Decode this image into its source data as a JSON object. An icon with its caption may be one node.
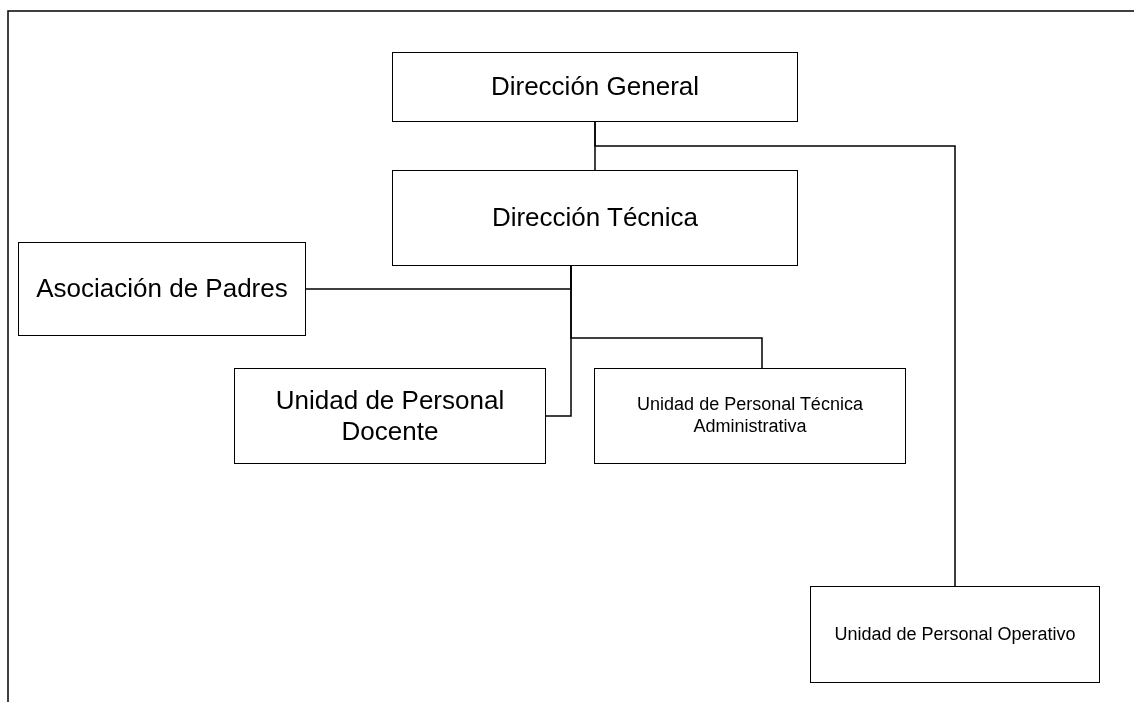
{
  "diagram": {
    "nodes": [
      {
        "text": [
          "Dirección General"
        ]
      },
      {
        "text": [
          "Dirección Técnica"
        ]
      },
      {
        "text": [
          "Asociación de Padres"
        ]
      },
      {
        "text": [
          "Unidad de Personal Docente"
        ]
      },
      {
        "text": [
          "Unidad de Personal Técnica Administrativa"
        ]
      },
      {
        "text": [
          "Unidad de Personal Operativo"
        ]
      }
    ],
    "edges": [
      {
        "from": 0,
        "to": 1,
        "arrow": "none"
      },
      {
        "from": 0,
        "to": 5,
        "arrow": "none"
      },
      {
        "from": 1,
        "to": 2,
        "arrow": "none"
      },
      {
        "from": 1,
        "to": 3,
        "arrow": "none"
      },
      {
        "from": 1,
        "to": 4,
        "arrow": "none"
      }
    ]
  }
}
